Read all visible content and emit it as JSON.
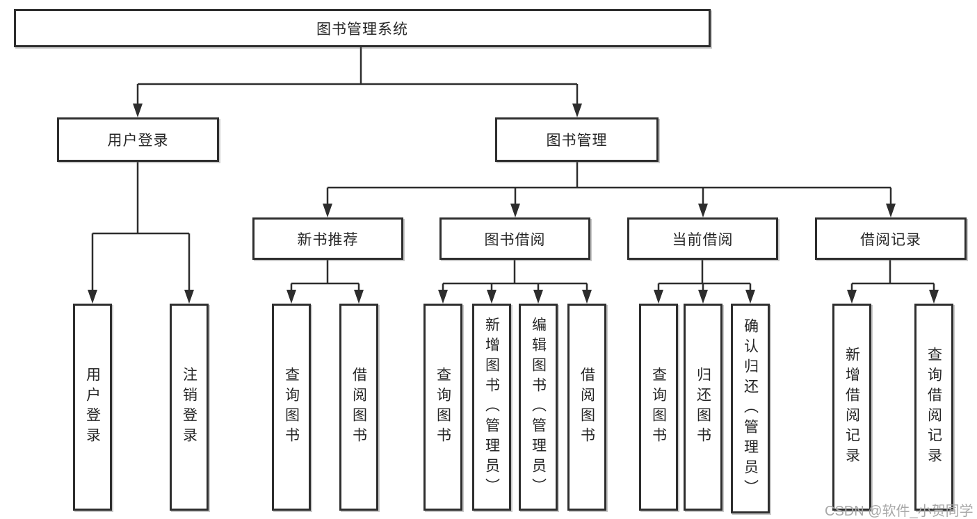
{
  "diagram": {
    "root": {
      "label": "图书管理系统"
    },
    "level2": {
      "user_login": {
        "label": "用户登录"
      },
      "book_mgmt": {
        "label": "图书管理"
      }
    },
    "level3": {
      "new_book": {
        "label": "新书推荐"
      },
      "book_borrow": {
        "label": "图书借阅"
      },
      "current_borrow": {
        "label": "当前借阅"
      },
      "borrow_records": {
        "label": "借阅记录"
      }
    },
    "leaves": {
      "user_login_login": {
        "label": "用户登录"
      },
      "user_login_logout": {
        "label": "注销登录"
      },
      "new_book_query": {
        "label": "查询图书"
      },
      "new_book_borrow": {
        "label": "借阅图书"
      },
      "book_borrow_query": {
        "label": "查询图书"
      },
      "book_borrow_add": {
        "label": "新增图书（管理员）"
      },
      "book_borrow_edit": {
        "label": "编辑图书（管理员）"
      },
      "book_borrow_borrow": {
        "label": "借阅图书"
      },
      "current_query": {
        "label": "查询图书"
      },
      "current_return": {
        "label": "归还图书"
      },
      "current_confirm": {
        "label": "确认归还（管理员）"
      },
      "records_add": {
        "label": "新增借阅记录"
      },
      "records_query": {
        "label": "查询借阅记录"
      }
    }
  },
  "watermark": {
    "text": "CSDN @软件_小贺同学",
    "color": "#a8a8a8"
  },
  "colors": {
    "background": "#ffffff",
    "box_border": "#2e2e2e",
    "line": "#2d2d2d",
    "text": "#262626"
  }
}
